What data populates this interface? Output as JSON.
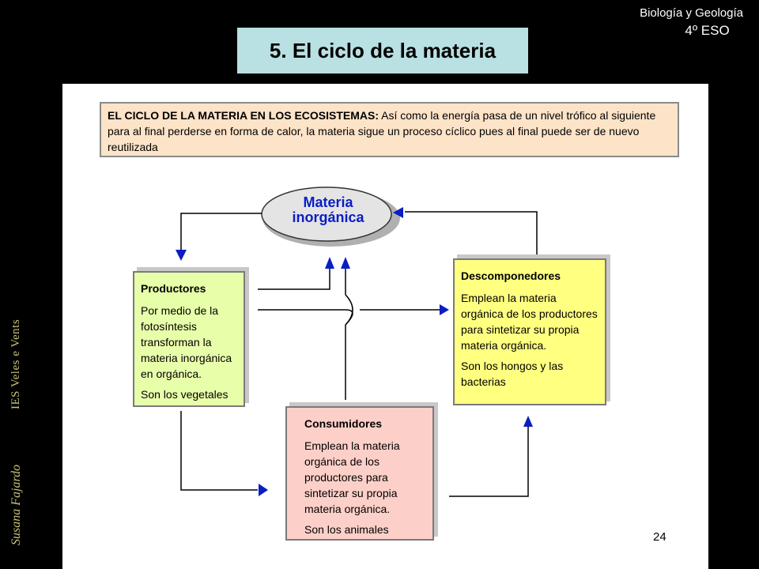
{
  "header": {
    "subject": "Biología y Geología",
    "level": "4º ESO",
    "title": "5. El ciclo de la materia"
  },
  "sidebar": {
    "school": "IES Veles e Vents",
    "author": "Susana Fajardo"
  },
  "intro": {
    "lead": "EL CICLO DE LA MATERIA EN LOS ECOSISTEMAS:",
    "text": "Así como la energía pasa de un nivel trófico al siguiente para al final perderse en forma de calor, la materia sigue un proceso cíclico pues al final puede ser de nuevo reutilizada"
  },
  "nodes": {
    "matter": {
      "line1": "Materia",
      "line2": "inorgánica"
    },
    "producers": {
      "heading": "Productores",
      "body": "Por medio de la fotosíntesis transforman la materia inorgánica en orgánica.",
      "note": "Son los vegetales"
    },
    "decomposers": {
      "heading": "Descomponedores",
      "body": "Emplean la materia orgánica de los productores para sintetizar su propia materia orgánica.",
      "note": "Son los hongos y las bacterias"
    },
    "consumers": {
      "heading": "Consumidores",
      "body": "Emplean la materia orgánica de los productores para sintetizar su propia materia orgánica.",
      "note": "Son los animales"
    }
  },
  "page_number": "24",
  "colors": {
    "arrow": "#0a1ec4",
    "title_bg": "#b9e0e3",
    "intro_bg": "#fde3c8",
    "producers_bg": "#e8ffaa",
    "decomposers_bg": "#ffff80",
    "consumers_bg": "#fcd0c8"
  }
}
